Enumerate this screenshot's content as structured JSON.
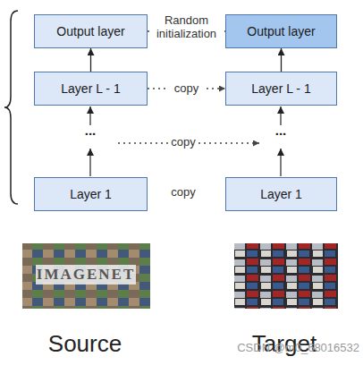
{
  "diagram": {
    "nodes": [
      {
        "text": [
          "Output layer"
        ]
      },
      {
        "text": [
          "Output layer"
        ]
      },
      {
        "text": [
          "Layer L - 1"
        ]
      },
      {
        "text": [
          "Layer L - 1"
        ]
      },
      {
        "text": [
          "Layer 1"
        ]
      },
      {
        "text": [
          "Layer 1"
        ]
      }
    ],
    "edges": [
      {
        "from": 2,
        "to": 0,
        "arrow": "to"
      },
      {
        "from": 3,
        "to": 1,
        "arrow": "to"
      },
      {
        "from": 0,
        "to": 1,
        "label": "Random initialization",
        "arrow": "to"
      },
      {
        "from": 2,
        "to": 3,
        "label": "copy",
        "arrow": "to"
      }
    ],
    "labels": [
      "...",
      "...",
      "copy",
      "copy",
      "IMAGENET",
      "Source",
      "Target",
      "CSDN @m0_68016532"
    ]
  }
}
